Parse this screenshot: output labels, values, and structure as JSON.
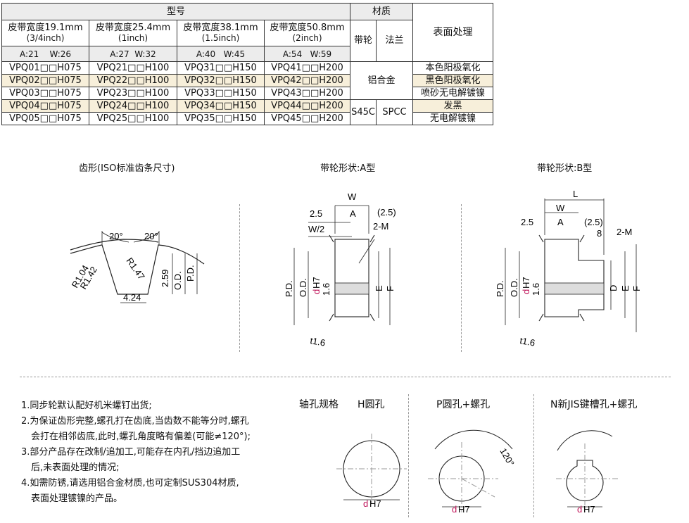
{
  "table": {
    "header": {
      "model": "型号",
      "material": "材质",
      "surface": "表面处理",
      "widths": [
        {
          "main": "皮带宽度19.1mm",
          "sub": "(3/4inch)"
        },
        {
          "main": "皮带宽度25.4mm",
          "sub": "(1inch)"
        },
        {
          "main": "皮带宽度38.1mm",
          "sub": "(1.5inch)"
        },
        {
          "main": "皮带宽度50.8mm",
          "sub": "(2inch)"
        }
      ],
      "pulley": "带轮",
      "flange": "法兰",
      "aw": [
        "A:21    W:26",
        "A:27  W:32",
        "A:40   W:45",
        "A:54   W:59"
      ]
    },
    "rows": [
      {
        "models": [
          "VPQ01□□H075",
          "VPQ21□□H100",
          "VPQ31□□H150",
          "VPQ41□□H200"
        ],
        "surface": "本色阳极氧化"
      },
      {
        "models": [
          "VPQ02□□H075",
          "VPQ22□□H100",
          "VPQ32□□H150",
          "VPQ42□□H200"
        ],
        "surface": "黑色阳极氧化"
      },
      {
        "models": [
          "VPQ03□□H075",
          "VPQ23□□H100",
          "VPQ33□□H150",
          "VPQ43□□H200"
        ],
        "surface": "喷砂无电解镀镍"
      },
      {
        "models": [
          "VPQ04□□H075",
          "VPQ24□□H100",
          "VPQ34□□H150",
          "VPQ44□□H200"
        ],
        "surface": "发黑"
      },
      {
        "models": [
          "VPQ05□□H075",
          "VPQ25□□H100",
          "VPQ35□□H150",
          "VPQ45□□H200"
        ],
        "surface": "无电解镀镍"
      }
    ],
    "alloy": "铝合金",
    "s45c": "S45C",
    "spcc": "SPCC"
  },
  "figures": {
    "tooth_title": "齿形(ISO标准齿条尺寸)",
    "a_title": "带轮形状:A型",
    "b_title": "带轮形状:B型",
    "tooth_dims": {
      "angle1": "20°",
      "angle2": "20°",
      "r1": "R1.04",
      "r2": "R1.42",
      "r3": "R1.47",
      "d1": "2.59",
      "d2": "4.24",
      "od": "O.D.",
      "pd": "P.D."
    },
    "a_dims": {
      "w": "W",
      "p25": "2.5",
      "a": "A",
      "p25b": "(2.5)",
      "w2": "W/2",
      "m": "2-M",
      "pd": "P.D.",
      "od": "O.D.",
      "d": "d",
      "h7": "H7",
      "e": "E",
      "f": "F",
      "t": "t1.6",
      "r": "1.6"
    },
    "b_dims": {
      "l": "L",
      "w": "W",
      "p25": "2.5",
      "a": "A",
      "p25b": "(2.5)",
      "eight": "8",
      "m": "2-M",
      "pd": "P.D.",
      "od": "O.D.",
      "d": "d",
      "h7": "H7",
      "dd": "D",
      "e": "E",
      "f": "F",
      "t": "t1.6",
      "r": "1.6"
    }
  },
  "notes": [
    "1.同步轮默认配好机米螺钉出货;",
    "2.为保证齿形完整,螺孔打在齿底,当齿数不能等分时,螺孔",
    "会打在相邻齿底,此时,螺孔角度略有偏差(可能≠120°);",
    "3.部分产品存在改制/追加工,可能存在内孔/挡边追加工",
    "后,未表面处理的情况;",
    "4.如需防锈,请选用铝合金材质,也可定制SUS304材质,",
    "表面处理镀镍的产品。"
  ],
  "bore": {
    "spec_label": "轴孔规格",
    "h_title": "H圆孔",
    "p_title": "P圆孔+螺孔",
    "n_title": "N新JIS键槽孔+螺孔",
    "d": "d",
    "h7": "H7",
    "angle": "120°"
  }
}
